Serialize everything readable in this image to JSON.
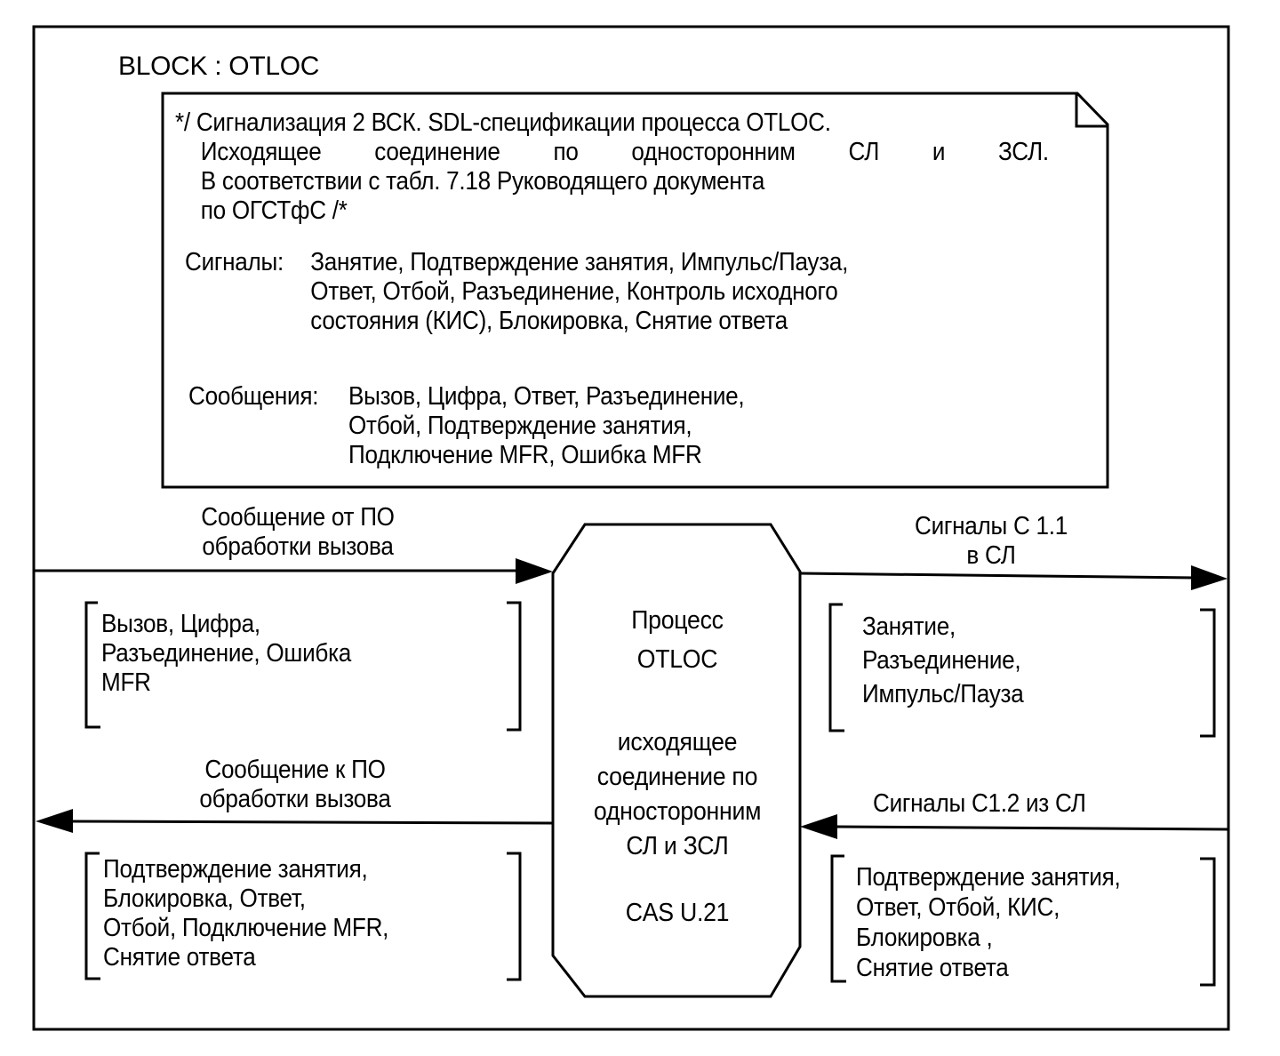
{
  "block": {
    "title": "BLOCK : OTLOC"
  },
  "comment": {
    "line1": "*/ Сигнализация 2 ВСК. SDL-спецификации процесса OTLOC.",
    "line2_words": [
      "Исходящее",
      "соединение",
      "по",
      "односторонним",
      "СЛ",
      "и",
      "ЗСЛ."
    ],
    "line3": "В соответствии с табл. 7.18 Руководящего  документа",
    "line4": "по ОГСТфС /*",
    "signals_label": "Сигналы:",
    "signals_lines": [
      "Занятие, Подтверждение занятия, Импульс/Пауза,",
      "Ответ, Отбой, Разъединение, Контроль исходного",
      "состояния (КИС), Блокировка, Снятие ответа"
    ],
    "messages_label": "Сообщения:",
    "messages_lines": [
      "Вызов, Цифра, Ответ, Разъединение,",
      "Отбой, Подтверждение занятия,",
      "Подключение MFR, Ошибка MFR"
    ]
  },
  "process": {
    "name_lines": [
      "Процесс",
      "OTLOC"
    ],
    "desc_lines": [
      "исходящее",
      "соединение по",
      "односторонним",
      "СЛ и ЗСЛ"
    ],
    "protocol": "CAS U.21"
  },
  "channels": {
    "incoming_from_call_processing": {
      "label_lines": [
        "Сообщение от ПО",
        "обработки вызова"
      ],
      "direction": "into-process",
      "items_lines": [
        "Вызов, Цифра,",
        "Разъединение, Ошибка",
        "MFR"
      ]
    },
    "outgoing_to_line": {
      "label_lines": [
        "Сигналы С 1.1",
        "в СЛ"
      ],
      "direction": "out-of-process",
      "items_lines": [
        "Занятие,",
        "Разъединение,",
        "Импульс/Пауза"
      ]
    },
    "outgoing_to_call_processing": {
      "label_lines": [
        "Сообщение к ПО",
        "обработки вызова"
      ],
      "direction": "out-of-process",
      "items_lines": [
        "Подтверждение занятия,",
        "Блокировка, Ответ,",
        "Отбой, Подключение MFR,",
        "Снятие ответа"
      ]
    },
    "incoming_from_line": {
      "label": "Сигналы С1.2 из СЛ",
      "direction": "into-process",
      "items_lines": [
        "Подтверждение занятия,",
        "Ответ, Отбой, КИС,",
        "Блокировка ,",
        "Снятие ответа"
      ]
    }
  },
  "colors": {
    "stroke": "#000000",
    "background": "#ffffff"
  }
}
